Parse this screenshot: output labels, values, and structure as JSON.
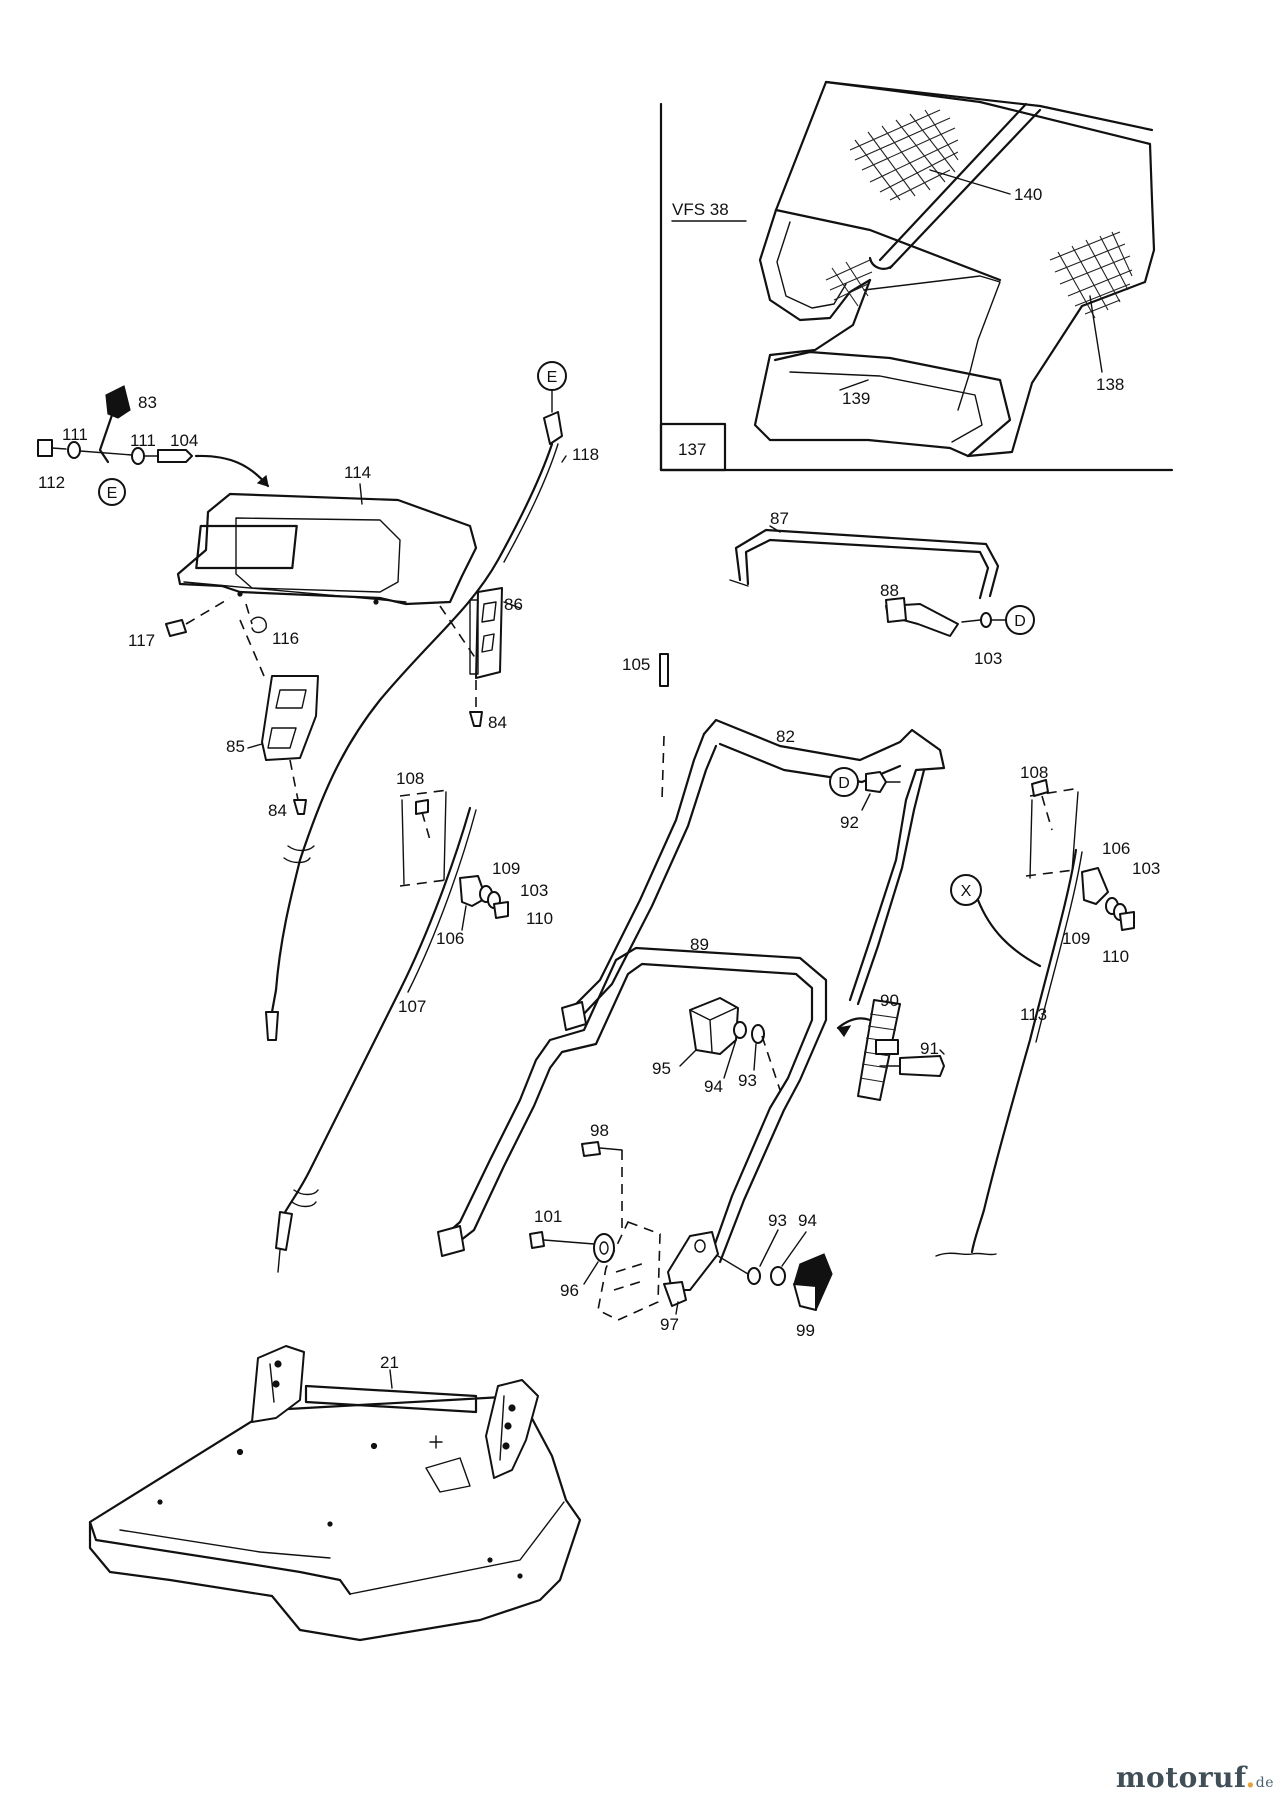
{
  "inset": {
    "model_label": "VFS 38",
    "box_label": "137"
  },
  "labels": {
    "l83": "83",
    "l111a": "111",
    "l111b": "111",
    "l104": "104",
    "l112": "112",
    "l114": "114",
    "l118": "118",
    "l117": "117",
    "l116": "116",
    "l86": "86",
    "l84a": "84",
    "l85": "85",
    "l84b": "84",
    "l108a": "108",
    "l109a": "109",
    "l103a": "103",
    "l110a": "110",
    "l106a": "106",
    "l107": "107",
    "l105": "105",
    "l82": "82",
    "l92": "92",
    "l87": "87",
    "l88": "88",
    "l103b": "103",
    "l108b": "108",
    "l106b": "106",
    "l103c": "103",
    "l109b": "109",
    "l110b": "110",
    "l113": "113",
    "l89": "89",
    "l90": "90",
    "l91": "91",
    "l95": "95",
    "l94a": "94",
    "l93a": "93",
    "l98": "98",
    "l101": "101",
    "l96": "96",
    "l97": "97",
    "l93b": "93",
    "l94b": "94",
    "l99": "99",
    "l21": "21",
    "l140": "140",
    "l138": "138",
    "l139": "139"
  },
  "callouts": {
    "e1": "E",
    "e2": "E",
    "d1": "D",
    "d2": "D",
    "x1": "X"
  },
  "watermark": {
    "main": "motoruf",
    "tld": "de"
  },
  "colors": {
    "line": "#111111",
    "watermark": "#3f4e57",
    "watermark_accent": "#e4a23a"
  }
}
